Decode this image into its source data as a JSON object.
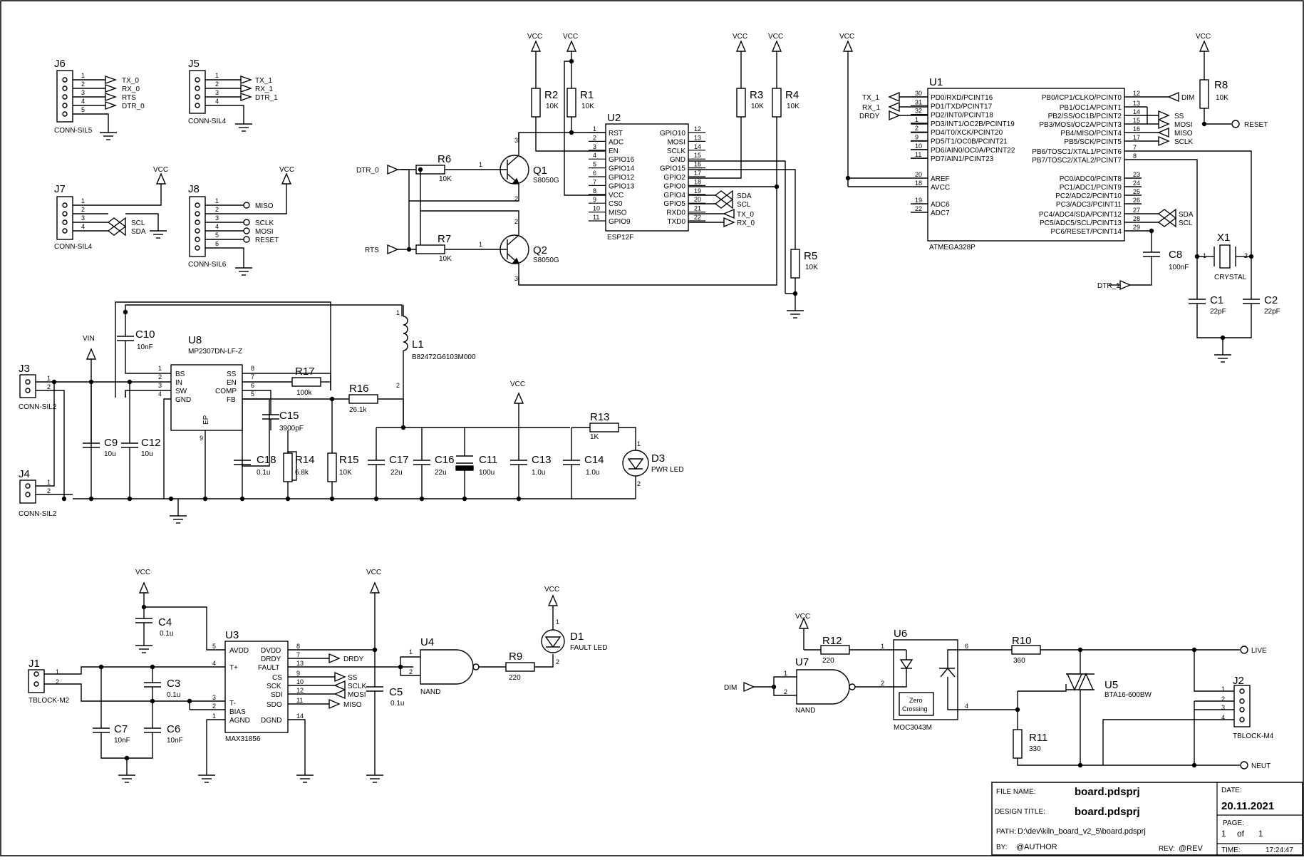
{
  "title_block": {
    "file_name_label": "FILE NAME:",
    "file_name": "board.pdsprj",
    "design_title_label": "DESIGN TITLE:",
    "design_title": "board.pdsprj",
    "path_label": "PATH:",
    "path": "D:\\dev\\kiln_board_v2_5\\board.pdsprj",
    "by_label": "BY:",
    "by": "@AUTHOR",
    "rev_label": "REV:",
    "rev": "@REV",
    "date_label": "DATE:",
    "date": "20.11.2021",
    "page_label": "PAGE:",
    "page": "1",
    "of": "of",
    "pages": "1",
    "time_label": "TIME:",
    "time": "17:24:47"
  },
  "connectors": {
    "J6": {
      "ref": "J6",
      "value": "CONN-SIL5",
      "pins": [
        "1",
        "2",
        "3",
        "4",
        "5"
      ],
      "nets": [
        "TX_0",
        "RX_0",
        "RTS",
        "DTR_0"
      ]
    },
    "J5": {
      "ref": "J5",
      "value": "CONN-SIL4",
      "pins": [
        "1",
        "2",
        "3",
        "4"
      ],
      "nets": [
        "TX_1",
        "RX_1",
        "DTR_1"
      ]
    },
    "J7": {
      "ref": "J7",
      "value": "CONN-SIL4",
      "pins": [
        "1",
        "2",
        "3",
        "4"
      ],
      "nets": [
        "SCL",
        "SDA"
      ]
    },
    "J8": {
      "ref": "J8",
      "value": "CONN-SIL6",
      "pins": [
        "1",
        "2",
        "3",
        "4",
        "5",
        "6"
      ],
      "nets": [
        "MISO",
        "SCLK",
        "MOSI",
        "RESET"
      ]
    },
    "J3": {
      "ref": "J3",
      "value": "CONN-SIL2",
      "pins": [
        "1",
        "2"
      ]
    },
    "J4": {
      "ref": "J4",
      "value": "CONN-SIL2",
      "pins": [
        "1",
        "2"
      ]
    },
    "J1": {
      "ref": "J1",
      "value": "TBLOCK-M2",
      "pins": [
        "1",
        "2"
      ]
    },
    "J2": {
      "ref": "J2",
      "value": "TBLOCK-M4",
      "pins": [
        "1",
        "2",
        "3",
        "4"
      ]
    }
  },
  "power": {
    "vcc": "VCC",
    "vin": "VIN"
  },
  "u2": {
    "ref": "U2",
    "value": "ESP12F",
    "left_pins": [
      [
        "1",
        "RST"
      ],
      [
        "2",
        "ADC"
      ],
      [
        "3",
        "EN"
      ],
      [
        "4",
        "GPIO16"
      ],
      [
        "5",
        "GPIO14"
      ],
      [
        "6",
        "GPIO12"
      ],
      [
        "7",
        "GPIO13"
      ],
      [
        "8",
        "VCC"
      ],
      [
        "9",
        "CS0"
      ],
      [
        "10",
        "MISO"
      ],
      [
        "11",
        "GPIO9"
      ]
    ],
    "right_pins": [
      [
        "12",
        "GPIO10"
      ],
      [
        "13",
        "MOSI"
      ],
      [
        "14",
        "SCLK"
      ],
      [
        "15",
        "GND"
      ],
      [
        "16",
        "GPIO15"
      ],
      [
        "17",
        "GPIO2"
      ],
      [
        "18",
        "GPIO0"
      ],
      [
        "19",
        "GPIO4"
      ],
      [
        "20",
        "GPIO5"
      ],
      [
        "21",
        "RXD0"
      ],
      [
        "22",
        "TXD0"
      ]
    ],
    "nets": [
      "SDA",
      "SCL",
      "TX_0",
      "RX_0"
    ]
  },
  "u1": {
    "ref": "U1",
    "value": "ATMEGA328P",
    "left_pins": [
      [
        "30",
        "PD0/RXD/PCINT16"
      ],
      [
        "31",
        "PD1/TXD/PCINT17"
      ],
      [
        "32",
        "PD2/INT0/PCINT18"
      ],
      [
        "1",
        "PD3/INT1/OC2B/PCINT19"
      ],
      [
        "2",
        "PD4/T0/XCK/PCINT20"
      ],
      [
        "9",
        "PD5/T1/OC0B/PCINT21"
      ],
      [
        "10",
        "PD6/AIN0/OC0A/PCINT22"
      ],
      [
        "11",
        "PD7/AIN1/PCINT23"
      ],
      [
        "20",
        "AREF"
      ],
      [
        "18",
        "AVCC"
      ],
      [
        "19",
        "ADC6"
      ],
      [
        "22",
        "ADC7"
      ]
    ],
    "right_pins": [
      [
        "12",
        "PB0/ICP1/CLKO/PCINT0"
      ],
      [
        "13",
        "PB1/OC1A/PCINT1"
      ],
      [
        "14",
        "PB2/SS/OC1B/PCINT2"
      ],
      [
        "15",
        "PB3/MOSI/OC2A/PCINT3"
      ],
      [
        "16",
        "PB4/MISO/PCINT4"
      ],
      [
        "17",
        "PB5/SCK/PCINT5"
      ],
      [
        "7",
        "PB6/TOSC1/XTAL1/PCINT6"
      ],
      [
        "8",
        "PB7/TOSC2/XTAL2/PCINT7"
      ],
      [
        "23",
        "PC0/ADC0/PCINT8"
      ],
      [
        "24",
        "PC1/ADC1/PCINT9"
      ],
      [
        "25",
        "PC2/ADC2/PCINT10"
      ],
      [
        "26",
        "PC3/ADC3/PCINT11"
      ],
      [
        "27",
        "PC4/ADC4/SDA/PCINT12"
      ],
      [
        "28",
        "PC5/ADC5/SCL/PCINT13"
      ],
      [
        "29",
        "PC6/RESET/PCINT14"
      ]
    ],
    "nets_left": [
      "TX_1",
      "RX_1",
      "DRDY"
    ],
    "nets_right": [
      "DIM",
      "SS",
      "MOSI",
      "MISO",
      "SCLK",
      "SDA",
      "SCL",
      "RESET"
    ]
  },
  "u8": {
    "ref": "U8",
    "value": "MP2307DN-LF-Z",
    "left_pins": [
      [
        "1",
        "BS"
      ],
      [
        "2",
        "IN"
      ],
      [
        "3",
        "SW"
      ],
      [
        "4",
        "GND"
      ]
    ],
    "right_pins": [
      [
        "8",
        "SS"
      ],
      [
        "7",
        "EN"
      ],
      [
        "6",
        "COMP"
      ],
      [
        "5",
        "FB"
      ]
    ],
    "bottom_pin": [
      "9",
      "EP"
    ]
  },
  "u3": {
    "ref": "U3",
    "value": "MAX31856",
    "left_pins": [
      [
        "5",
        "AVDD"
      ],
      [
        "4",
        "T+"
      ],
      [
        "3",
        "T-"
      ],
      [
        "2",
        "BIAS"
      ],
      [
        "1",
        "AGND"
      ]
    ],
    "right_pins": [
      [
        "8",
        "DVDD"
      ],
      [
        "7",
        "DRDY"
      ],
      [
        "13",
        "FAULT"
      ],
      [
        "9",
        "CS"
      ],
      [
        "10",
        "SCK"
      ],
      [
        "12",
        "SDI"
      ],
      [
        "11",
        "SDO"
      ],
      [
        "14",
        "DGND"
      ]
    ],
    "nets": [
      "DRDY",
      "SS",
      "SCLK",
      "MOSI",
      "MISO"
    ]
  },
  "u4": {
    "ref": "U4",
    "value": "NAND",
    "pins": [
      "1",
      "2"
    ]
  },
  "u7": {
    "ref": "U7",
    "value": "NAND",
    "pins": [
      "1",
      "2"
    ]
  },
  "u6": {
    "ref": "U6",
    "value": "MOC3043M",
    "zero1": "Zero",
    "zero2": "Crossing",
    "pins": [
      "1",
      "2",
      "6",
      "4"
    ]
  },
  "u5": {
    "ref": "U5",
    "value": "BTA16-600BW"
  },
  "transistors": {
    "Q1": {
      "ref": "Q1",
      "value": "S8050G"
    },
    "Q2": {
      "ref": "Q2",
      "value": "S8050G"
    }
  },
  "resistors": {
    "R1": [
      "R1",
      "10K"
    ],
    "R2": [
      "R2",
      "10K"
    ],
    "R3": [
      "R3",
      "10K"
    ],
    "R4": [
      "R4",
      "10K"
    ],
    "R5": [
      "R5",
      "10K"
    ],
    "R6": [
      "R6",
      "10K"
    ],
    "R7": [
      "R7",
      "10K"
    ],
    "R8": [
      "R8",
      "10K"
    ],
    "R9": [
      "R9",
      "220"
    ],
    "R10": [
      "R10",
      "360"
    ],
    "R11": [
      "R11",
      "330"
    ],
    "R12": [
      "R12",
      "220"
    ],
    "R13": [
      "R13",
      "1K"
    ],
    "R14": [
      "R14",
      "6.8k"
    ],
    "R15": [
      "R15",
      "10K"
    ],
    "R16": [
      "R16",
      "26.1k"
    ],
    "R17": [
      "R17",
      "100k"
    ]
  },
  "capacitors": {
    "C1": [
      "C1",
      "22pF"
    ],
    "C2": [
      "C2",
      "22pF"
    ],
    "C3": [
      "C3",
      "0.1u"
    ],
    "C4": [
      "C4",
      "0.1u"
    ],
    "C5": [
      "C5",
      "0.1u"
    ],
    "C6": [
      "C6",
      "10nF"
    ],
    "C7": [
      "C7",
      "10nF"
    ],
    "C8": [
      "C8",
      "100nF"
    ],
    "C9": [
      "C9",
      "10u"
    ],
    "C10": [
      "C10",
      "10nF"
    ],
    "C11": [
      "C11",
      "100u"
    ],
    "C12": [
      "C12",
      "10u"
    ],
    "C13": [
      "C13",
      "1.0u"
    ],
    "C14": [
      "C14",
      "1.0u"
    ],
    "C15": [
      "C15",
      "3900pF"
    ],
    "C16": [
      "C16",
      "22u"
    ],
    "C17": [
      "C17",
      "22u"
    ],
    "C18": [
      "C18",
      "0.1u"
    ]
  },
  "others": {
    "L1": [
      "L1",
      "B82472G6103M000"
    ],
    "D1": [
      "D1",
      "FAULT LED"
    ],
    "D3": [
      "D3",
      "PWR LED"
    ],
    "X1": [
      "X1",
      "CRYSTAL"
    ]
  },
  "nets": {
    "dtr0": "DTR_0",
    "rts": "RTS",
    "dtr1": "DTR_1",
    "dim": "DIM",
    "live": "LIVE",
    "neut": "NEUT"
  }
}
